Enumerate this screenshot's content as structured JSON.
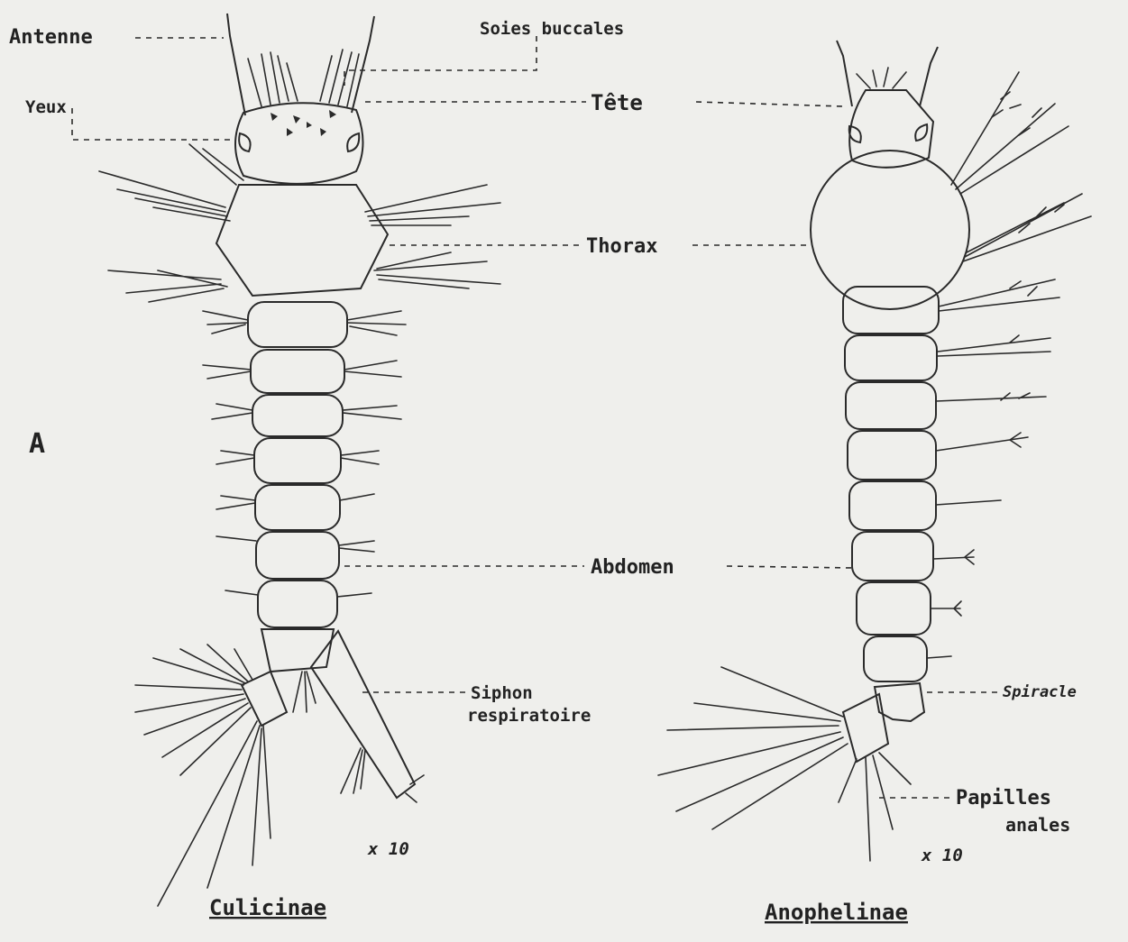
{
  "figure_letter": "A",
  "labels": {
    "antenne": "Antenne",
    "soies_buccales": "Soies buccales",
    "yeux": "Yeux",
    "tete": "Tête",
    "thorax": "Thorax",
    "abdomen": "Abdomen",
    "siphon_line1": "Siphon",
    "siphon_line2": "respiratoire",
    "spiracle": "Spiracle",
    "papilles_line1": "Papilles",
    "papilles_line2": "anales"
  },
  "magnification_left": "x 10",
  "magnification_right": "x 10",
  "captions": {
    "left": "Culicinae",
    "right": "Anophelinae"
  }
}
